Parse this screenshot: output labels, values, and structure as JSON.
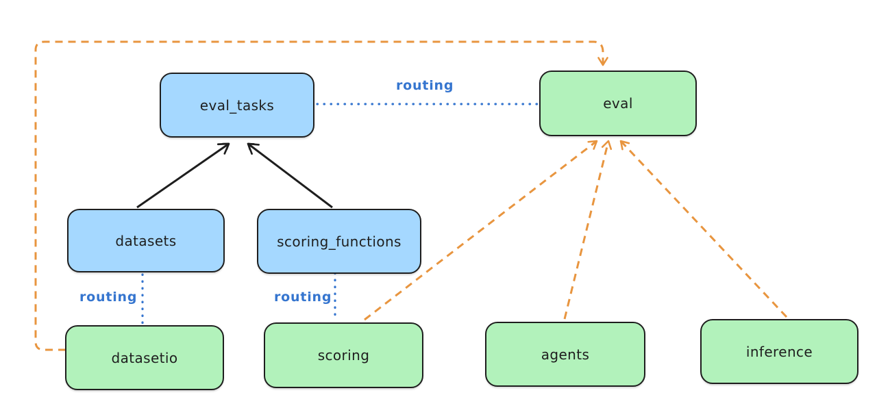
{
  "diagram": {
    "type": "module-routing-diagram",
    "background": "#ffffff"
  },
  "colors": {
    "node_blue_fill": "#a5d8ff",
    "node_green_fill": "#b2f2bb",
    "node_border": "#1e1e1e",
    "routing_blue": "#3575cf",
    "dependency_orange": "#e8953f",
    "arrow_black": "#1e1e1e"
  },
  "nodes": [
    {
      "id": "eval_tasks",
      "label": "eval_tasks",
      "color": "blue"
    },
    {
      "id": "eval",
      "label": "eval",
      "color": "green"
    },
    {
      "id": "datasets",
      "label": "datasets",
      "color": "blue"
    },
    {
      "id": "scoring_functions",
      "label": "scoring_functions",
      "color": "blue"
    },
    {
      "id": "datasetio",
      "label": "datasetio",
      "color": "green"
    },
    {
      "id": "scoring",
      "label": "scoring",
      "color": "green"
    },
    {
      "id": "agents",
      "label": "agents",
      "color": "green"
    },
    {
      "id": "inference",
      "label": "inference",
      "color": "green"
    }
  ],
  "edge_labels": [
    {
      "text": "routing"
    },
    {
      "text": "routing"
    },
    {
      "text": "routing"
    }
  ],
  "edges": [
    {
      "from": "datasets",
      "to": "eval_tasks",
      "style": "solid-black-arrow"
    },
    {
      "from": "scoring_functions",
      "to": "eval_tasks",
      "style": "solid-black-arrow"
    },
    {
      "from": "eval_tasks",
      "to": "eval",
      "style": "dotted-blue",
      "label": "routing"
    },
    {
      "from": "datasets",
      "to": "datasetio",
      "style": "dotted-blue",
      "label": "routing"
    },
    {
      "from": "scoring_functions",
      "to": "scoring",
      "style": "dotted-blue",
      "label": "routing"
    },
    {
      "from": "datasetio",
      "to": "eval",
      "style": "dashed-orange-arrow"
    },
    {
      "from": "scoring",
      "to": "eval",
      "style": "dashed-orange-arrow"
    },
    {
      "from": "agents",
      "to": "eval",
      "style": "dashed-orange-arrow"
    },
    {
      "from": "inference",
      "to": "eval",
      "style": "dashed-orange-arrow"
    }
  ]
}
